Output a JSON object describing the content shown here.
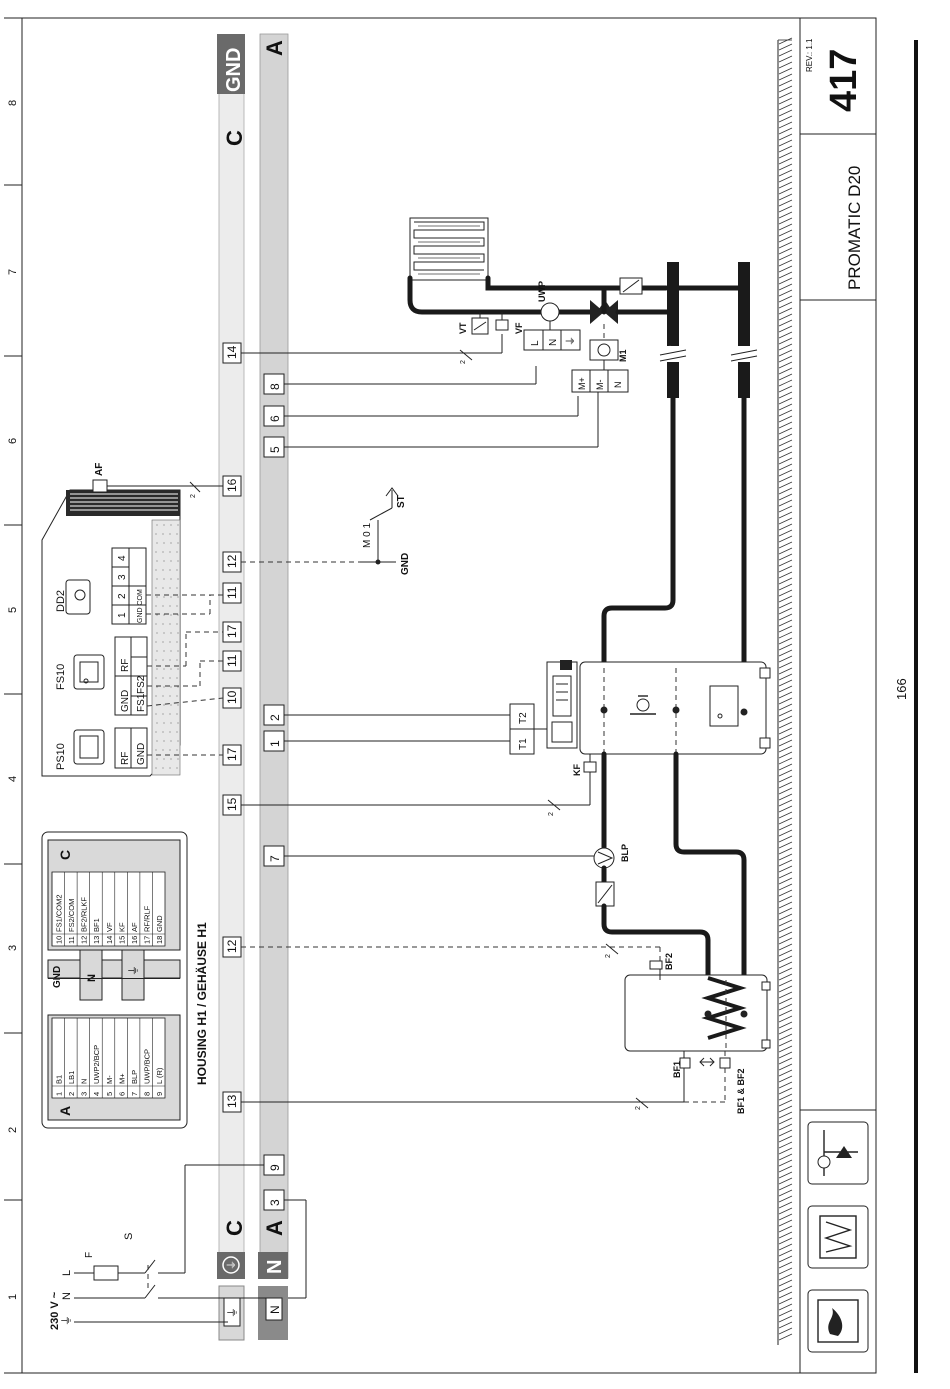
{
  "sheet": {
    "page_number": "166",
    "product": "PROMATIC D20",
    "rev": "REV.: 1.1",
    "diagram_number": "417",
    "column_numbers": [
      "1",
      "2",
      "3",
      "4",
      "5",
      "6",
      "7",
      "8"
    ]
  },
  "power": {
    "voltage": "230 V ~",
    "l": "L",
    "n": "N",
    "pe": "⏚",
    "fuse": "F",
    "switch": "S"
  },
  "bus": {
    "c": "C",
    "a": "A",
    "gnd": "GND",
    "n": "N",
    "pe": "⏚",
    "c_terminals": [
      "9",
      "13",
      "12",
      "7",
      "15",
      "17",
      "10",
      "11",
      "17",
      "11",
      "12",
      "16",
      "14"
    ],
    "a_terminals": [
      "3",
      "1",
      "2",
      "5",
      "6",
      "8"
    ],
    "n_terminal": "N",
    "pe_terminal": "⏚"
  },
  "housing_label": "HOUSING H1 / GEHÄUSE H1",
  "terminal_legend": {
    "a_title": "A",
    "c_title": "C",
    "n_label": "N",
    "pe_label": "⏚",
    "gnd_label": "GND",
    "a_rows": [
      {
        "num": "1",
        "name": "B1"
      },
      {
        "num": "2",
        "name": "LB1"
      },
      {
        "num": "3",
        "name": "N"
      },
      {
        "num": "4",
        "name": "UWP2/BCP"
      },
      {
        "num": "5",
        "name": "M-"
      },
      {
        "num": "6",
        "name": "M+"
      },
      {
        "num": "7",
        "name": "BLP"
      },
      {
        "num": "8",
        "name": "UWP/BCP"
      },
      {
        "num": "9",
        "name": "L (R)"
      }
    ],
    "c_rows": [
      {
        "num": "10",
        "name": "FS1/COM2"
      },
      {
        "num": "11",
        "name": "FS2/COM"
      },
      {
        "num": "12",
        "name": "BF2/RLKF"
      },
      {
        "num": "13",
        "name": "BF1"
      },
      {
        "num": "14",
        "name": "VF"
      },
      {
        "num": "15",
        "name": "KF"
      },
      {
        "num": "16",
        "name": "AF"
      },
      {
        "num": "17",
        "name": "RF/RLF"
      },
      {
        "num": "18",
        "name": "GND"
      }
    ]
  },
  "devices": {
    "ps10": {
      "name": "PS10",
      "gnd": "GND",
      "rf": "RF"
    },
    "fs10": {
      "name": "FS10",
      "gnd": "GND",
      "rf": "RF",
      "fs2": "FS2",
      "fs1": "FS1"
    },
    "dd2": {
      "name": "DD2",
      "t1": "1",
      "t2": "2",
      "t3": "3",
      "t4": "4",
      "sub": "GND COM"
    },
    "af": "AF",
    "mo1": "M 0 1",
    "st": "ST",
    "gnd": "GND",
    "kf": "KF",
    "t1": "T1",
    "t2": "T2",
    "blp": "BLP",
    "bf2": "BF2",
    "bf1": "BF1",
    "bf1bf2": "BF1 & BF2",
    "uwp": "UWP",
    "vt": "VT",
    "vf": "VF",
    "m1": "M1",
    "lnpe": [
      "L",
      "N",
      "⏚"
    ],
    "motor": [
      "M+",
      "M-",
      "N"
    ],
    "wire_size": "2"
  }
}
